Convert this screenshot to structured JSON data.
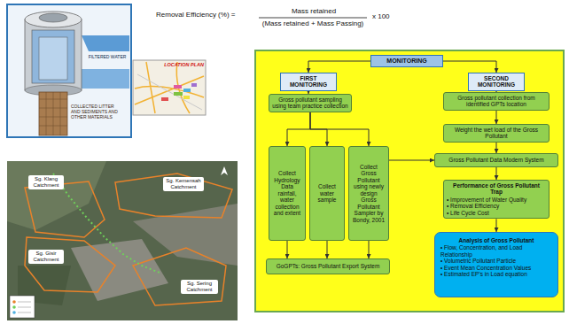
{
  "diagram": {
    "nodes": [
      {
        "text": [
          "MONITORING"
        ]
      },
      {
        "text": [
          "FIRST MONITORING"
        ]
      },
      {
        "text": [
          "SECOND MONITORING"
        ]
      },
      {
        "text": [
          "Gross pollutant sampling using team practice collection"
        ]
      },
      {
        "text": [
          "Collect Hydrology Data rainfall, water collection and extent"
        ]
      },
      {
        "text": [
          "Collect water sample"
        ]
      },
      {
        "text": [
          "Collect Gross Pollutant using newly design Gross Pollutant Sampler by Bondy, 2001"
        ]
      },
      {
        "text": [
          "GoGPTs: Gross Pollutant Export System"
        ]
      },
      {
        "text": [
          "Gross pollutant collection from identified GPTs location"
        ]
      },
      {
        "text": [
          "Weight the wet load of the Gross Pollutant"
        ]
      },
      {
        "text": [
          "Gross Pollutant Data Modern System"
        ]
      },
      {
        "text": [
          "Performance of Gross Pollutant Trap",
          "• Improvement of Water Quality",
          "• Removal Efficiency",
          "• Life Cycle Cost"
        ]
      },
      {
        "text": [
          "Analysis of Gross Pollutant",
          "• Flow, Concentration, and Load Relationship",
          "• Volumetric Pollutant Particle",
          "• Event Mean Concentration Values",
          "• Estimated EP's in Load equation"
        ]
      }
    ],
    "edges": [
      {
        "from": 0,
        "to": 1,
        "arrow": "to"
      },
      {
        "from": 0,
        "to": 2,
        "arrow": "to"
      },
      {
        "from": 1,
        "to": 3,
        "arrow": "to"
      },
      {
        "from": 3,
        "to": 4,
        "arrow": "to"
      },
      {
        "from": 3,
        "to": 5,
        "arrow": "to"
      },
      {
        "from": 3,
        "to": 6,
        "arrow": "to"
      },
      {
        "from": 4,
        "to": 7,
        "arrow": "to"
      },
      {
        "from": 5,
        "to": 7,
        "arrow": "to"
      },
      {
        "from": 6,
        "to": 7,
        "arrow": "to"
      },
      {
        "from": 6,
        "to": 10,
        "arrow": "to"
      },
      {
        "from": 2,
        "to": 8,
        "arrow": "to"
      },
      {
        "from": 8,
        "to": 9,
        "arrow": "to"
      },
      {
        "from": 9,
        "to": 10,
        "arrow": "to"
      },
      {
        "from": 10,
        "to": 11,
        "arrow": "to"
      },
      {
        "from": 11,
        "to": 12,
        "arrow": "to"
      }
    ],
    "labels": [
      "Removal Efficiency (%) =",
      "Mass retained",
      "(Mass retained + Mass Passing)",
      "x 100",
      "FILTERED WATER",
      "COLLECTED LITTER AND SEDIMENTS AND OTHER MATERIALS",
      "LOCATION PLAN",
      "Sg. Klang Catchment",
      "Sg. Kemensah Catchment",
      "Sg. Gisir Catchment",
      "Sg. Sering Catchment"
    ]
  }
}
